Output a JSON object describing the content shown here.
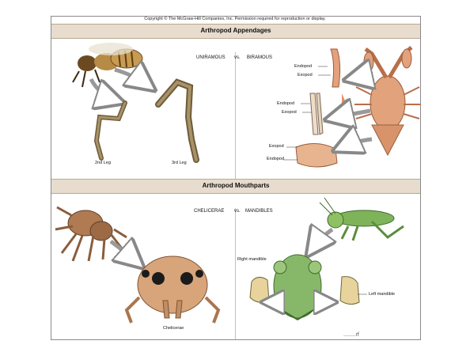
{
  "copyright": "Copyright © The McGraw-Hill Companies, Inc. Permission required for reproduction or display.",
  "sections": {
    "appendages": {
      "title": "Arthropod Appendages",
      "comparison_left": "UNIRAMOUS",
      "vs": "vs.",
      "comparison_right": "BIRAMOUS",
      "labels": {
        "leg_2nd": "2nd Leg",
        "leg_3rd": "3rd Leg",
        "endopod_1": "Endopod",
        "exopod_1": "Exopod",
        "endopod_2": "Endopod",
        "exopod_2": "Exopod",
        "exopod_3": "Exopod",
        "endopod_3": "Endopod"
      }
    },
    "mouthparts": {
      "title": "Arthropod Mouthparts",
      "comparison_left": "CHELICERAE",
      "vs": "vs.",
      "comparison_right": "MANDIBLES",
      "labels": {
        "chelicerae": "Chelicerae",
        "right_mandible": "Right mandible",
        "left_mandible": "Left mandible"
      }
    }
  },
  "footer_scribble": "........rf",
  "colors": {
    "band": "#e7dccd",
    "bee": "#b68b45",
    "crayfish": "#e1a27c",
    "spider": "#b07a52",
    "grasshopper": "#7fb35a"
  }
}
